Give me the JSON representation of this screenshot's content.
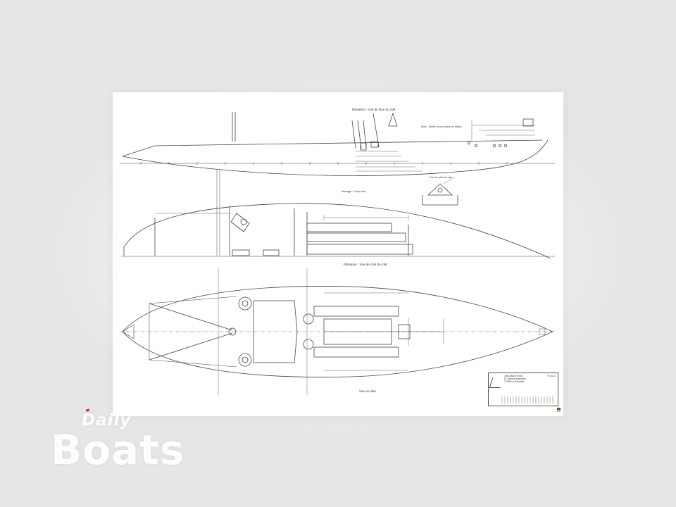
{
  "sheet": {
    "section_labels": {
      "profile": "Elévation - Vue de face du mât",
      "interior": "Elévation - Vue de côté du mât",
      "deck": "Vue en plan"
    },
    "notes": {
      "note_1": "Nota : Mettre le pont dans les règles",
      "note_2": "Montage - Coupe bas",
      "note_3": "Ferrure pied de mât"
    },
    "title_block": {
      "company": "Jean-Marie Finot",
      "address_1": "67 Avenue Marcellin",
      "address_2": "17000 La Rochelle",
      "drawing_no": "N°23.12"
    }
  },
  "watermark": {
    "line_1": "Daily",
    "line_2": "Boats"
  },
  "colors": {
    "ink": "#333333",
    "paper": "#ffffff",
    "backdrop": "#ececec",
    "accent_red": "#d8262b"
  }
}
